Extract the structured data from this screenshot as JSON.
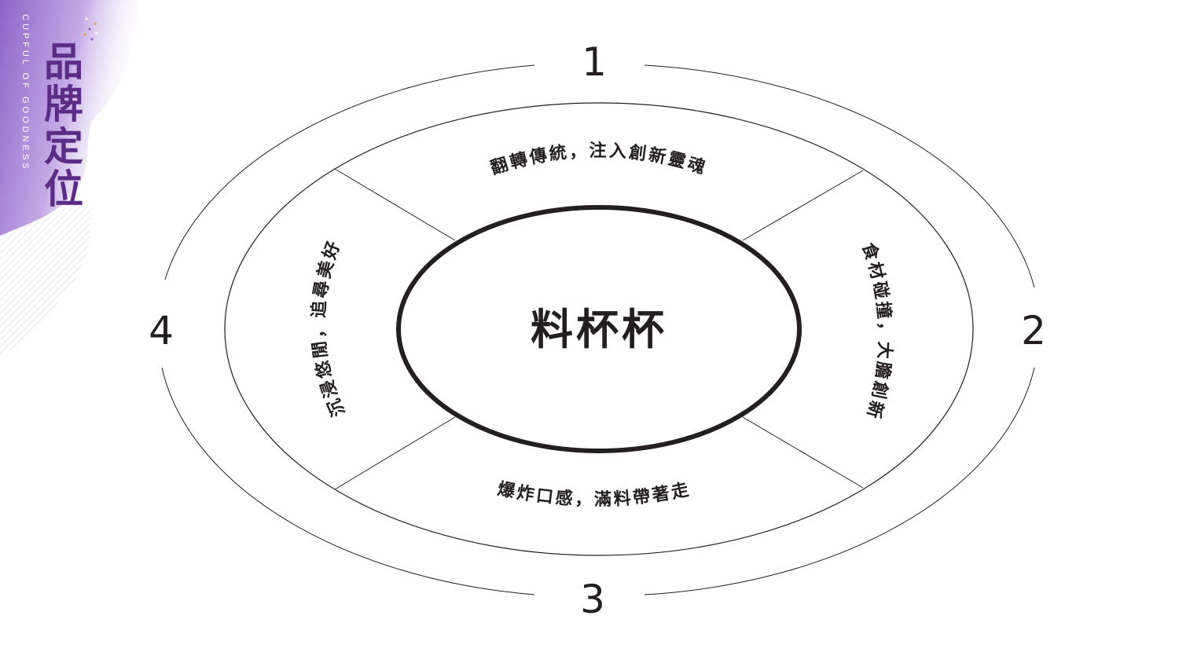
{
  "brand": {
    "tagline": "CUPFUL OF GOODNESS",
    "title_chars": [
      "品",
      "牌",
      "定",
      "位"
    ]
  },
  "diagram": {
    "center": "料杯杯",
    "numbers": [
      "1",
      "2",
      "3",
      "4"
    ],
    "segments": [
      "翻轉傳統，注入創新靈魂",
      "食材碰撞，大膽創新",
      "爆炸口感，滿料帶著走",
      "沉浸悠閒，追尋美好"
    ]
  },
  "colors": {
    "accent": "#5c2d86",
    "gradient": "#9b72d1",
    "line": "#231f20"
  }
}
